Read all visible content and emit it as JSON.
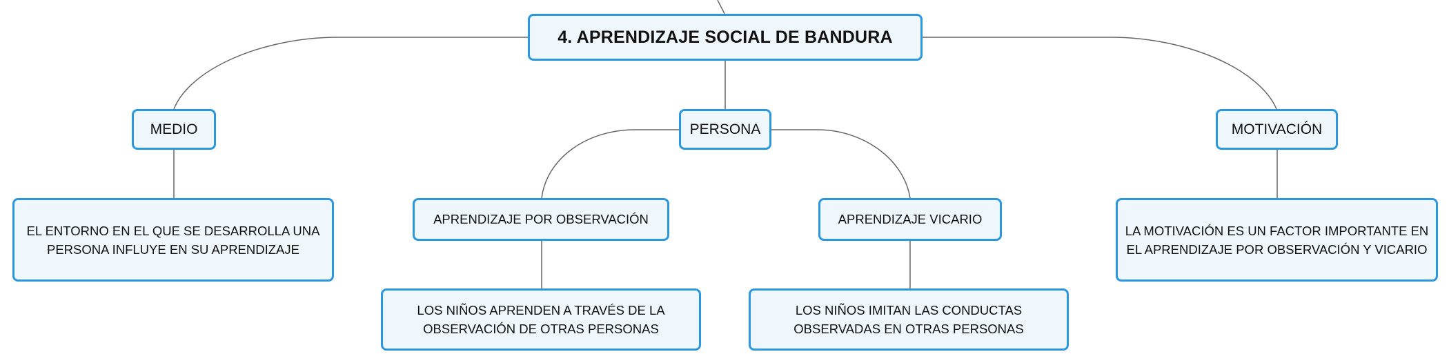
{
  "root": {
    "title": "4. APRENDIZAJE SOCIAL DE BANDURA"
  },
  "categories": {
    "medio": "MEDIO",
    "persona": "PERSONA",
    "motivacion": "MOTIVACIÓN"
  },
  "medio_detail": {
    "line1": "EL ENTORNO EN EL QUE SE DESARROLLA UNA",
    "line2": "PERSONA INFLUYE EN SU APRENDIZAJE"
  },
  "persona_children": {
    "observacion": "APRENDIZAJE POR OBSERVACIÓN",
    "vicario": "APRENDIZAJE VICARIO"
  },
  "observacion_detail": {
    "line1": "LOS NIÑOS APRENDEN A TRAVÉS DE LA",
    "line2": "OBSERVACIÓN DE OTRAS PERSONAS"
  },
  "vicario_detail": {
    "line1": "LOS NIÑOS IMITAN LAS CONDUCTAS",
    "line2": "OBSERVADAS EN OTRAS PERSONAS"
  },
  "motivacion_detail": {
    "line1": "LA MOTIVACIÓN ES UN FACTOR IMPORTANTE EN",
    "line2": "EL APRENDIZAJE POR OBSERVACIÓN Y VICARIO"
  },
  "colors": {
    "node_border": "#2b97de",
    "node_fill": "#eff7fd",
    "connector": "#666666"
  }
}
